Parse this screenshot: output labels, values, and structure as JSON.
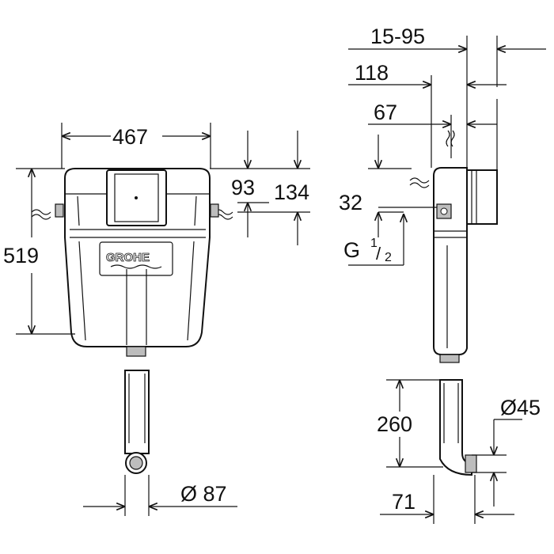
{
  "dimensions": {
    "width_front": "467",
    "height_front": "519",
    "inlet_93": "93",
    "inlet_134": "134",
    "diameter_outlet_front": "Ø 87",
    "depth_adjust": "15-95",
    "depth_118": "118",
    "depth_67": "67",
    "inlet_32": "32",
    "thread_g": "G",
    "thread_num": "1",
    "thread_den": "2",
    "pipe_260": "260",
    "diameter_45": "Ø45",
    "offset_71": "71"
  },
  "logo": "GROHE",
  "colors": {
    "line": "#111111",
    "shade": "#bdbdbd"
  }
}
